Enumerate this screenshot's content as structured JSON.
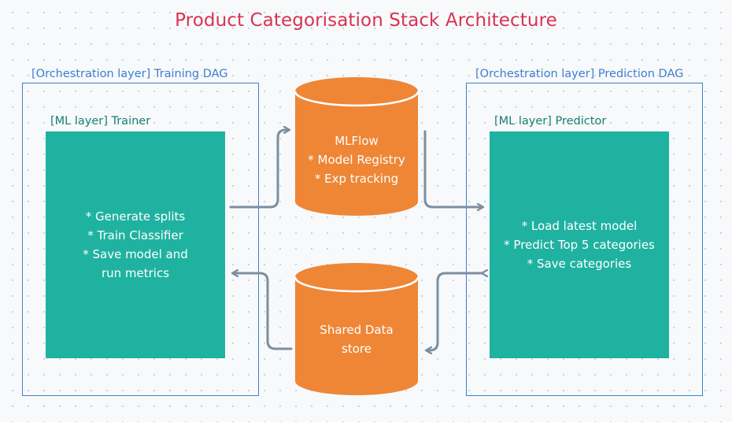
{
  "title": "Product Categorisation Stack Architecture",
  "training_dag": {
    "label": "[Orchestration layer] Training DAG",
    "ml_label": "[ML layer] Trainer",
    "lines": [
      "* Generate splits",
      "* Train Classifier",
      "* Save model and",
      "run metrics"
    ]
  },
  "prediction_dag": {
    "label": "[Orchestration layer] Prediction DAG",
    "ml_label": "[ML layer] Predictor",
    "lines": [
      "* Load latest model",
      "* Predict Top 5 categories",
      "* Save categories"
    ]
  },
  "mlflow": {
    "lines": [
      "MLFlow",
      "* Model Registry",
      "* Exp tracking"
    ]
  },
  "datastore": {
    "lines": [
      "Shared Data",
      "store"
    ]
  },
  "colors": {
    "title": "#d8334f",
    "frame": "#3d7fd0",
    "ml_box": "#1fb2a0",
    "ml_label": "#16806f",
    "cylinder": "#ee8636",
    "connector": "#7d8ea0"
  }
}
